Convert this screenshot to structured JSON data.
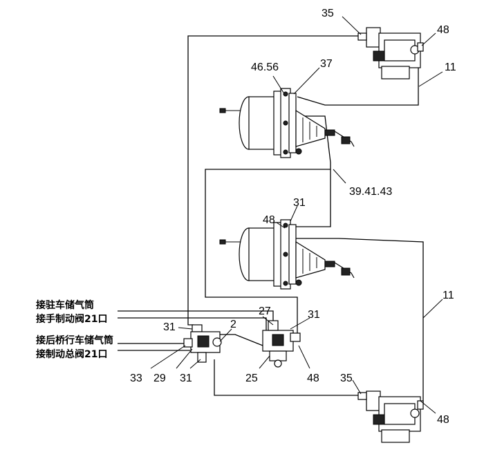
{
  "labels": {
    "c35_top": "35",
    "c48_top": "48",
    "c11_top": "11",
    "c46_56": "46.56",
    "c37": "37",
    "c39_41_43": "39.41.43",
    "c48_mid": "48",
    "c31_mid": "31",
    "c11_right": "11",
    "c27": "27",
    "c31_valve_right": "31",
    "c31_valve_left": "31",
    "c2": "2",
    "c33": "33",
    "c29": "29",
    "c31_bottom": "31",
    "c25": "25",
    "c48_bottom_mid": "48",
    "c35_bottom": "35",
    "c48_bottom_right": "48"
  },
  "notes": {
    "line1": "接驻车储气筒",
    "line2": "接手制动阀21口",
    "line3": "接后桥行车储气筒",
    "line4": "接制动总阀21口"
  },
  "components": [
    {
      "name": "brake-chamber",
      "count": 2
    },
    {
      "name": "brake-caliper",
      "count": 2
    },
    {
      "name": "relay-valve",
      "count": 2
    }
  ]
}
